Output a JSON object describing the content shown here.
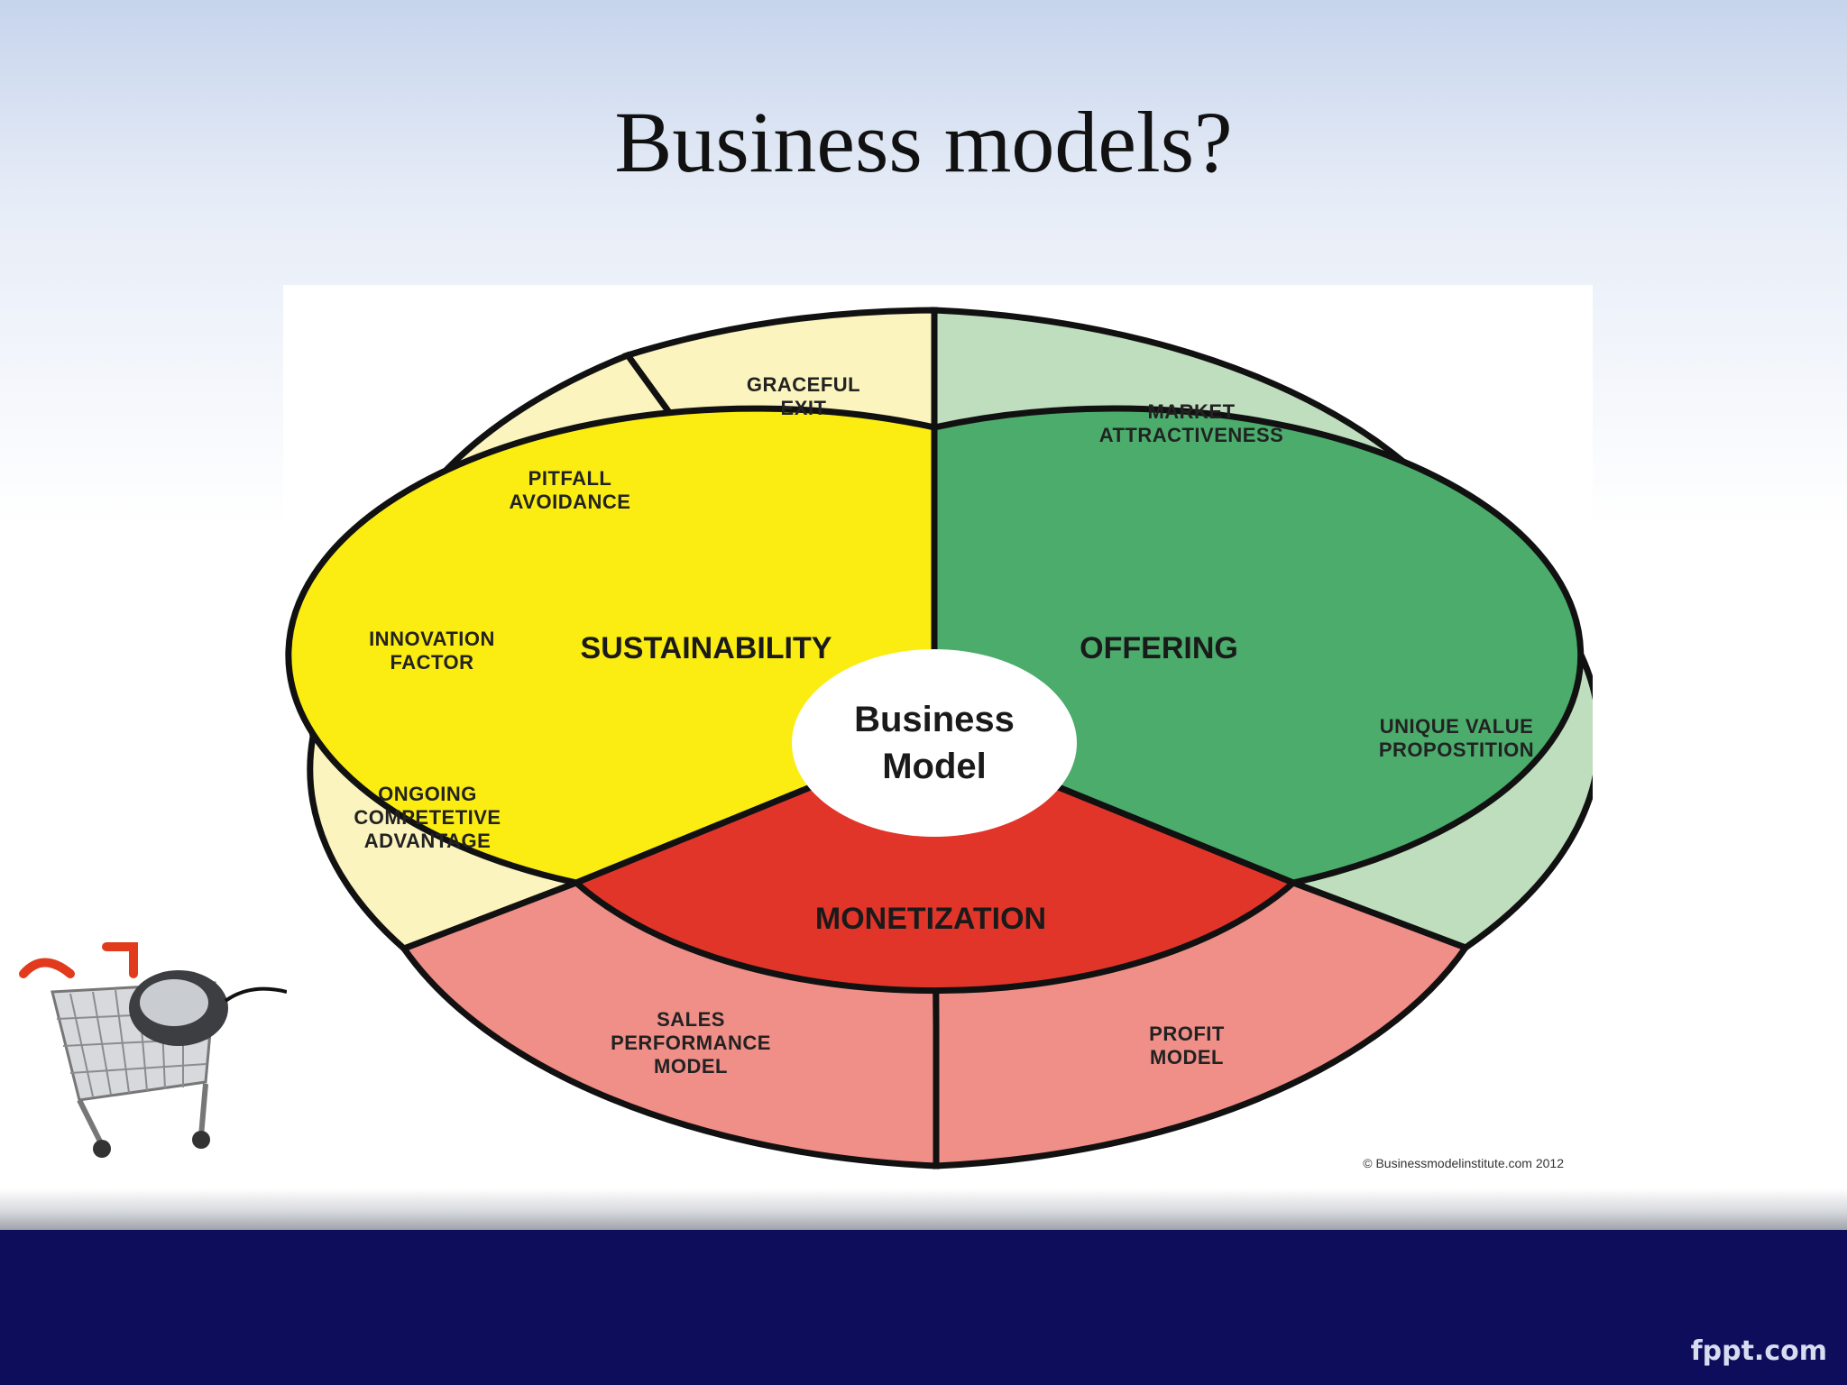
{
  "slide": {
    "title": "Business models?",
    "footer_brand": "fppt.com"
  },
  "diagram": {
    "center": {
      "line1": "Business",
      "line2": "Model"
    },
    "sections": [
      {
        "key": "sustainability",
        "label": "SUSTAINABILITY",
        "color": "#fbec12",
        "outer_color": "#fbf4bf"
      },
      {
        "key": "offering",
        "label": "OFFERING",
        "color": "#4bac6c",
        "outer_color": "#bfdebe"
      },
      {
        "key": "monetization",
        "label": "MONETIZATION",
        "color": "#e2352a",
        "outer_color": "#f08e88"
      }
    ],
    "segments": [
      {
        "section": "sustainability",
        "lines": [
          "GRACEFUL",
          "EXIT"
        ]
      },
      {
        "section": "sustainability",
        "lines": [
          "PITFALL",
          "AVOIDANCE"
        ]
      },
      {
        "section": "sustainability",
        "lines": [
          "INNOVATION",
          "FACTOR"
        ]
      },
      {
        "section": "sustainability",
        "lines": [
          "ONGOING",
          "COMPETETIVE",
          "ADVANTAGE"
        ]
      },
      {
        "section": "offering",
        "lines": [
          "MARKET",
          "ATTRACTIVENESS"
        ]
      },
      {
        "section": "offering",
        "lines": [
          "UNIQUE VALUE",
          "PROPOSTITION"
        ]
      },
      {
        "section": "monetization",
        "lines": [
          "SALES",
          "PERFORMANCE",
          "MODEL"
        ]
      },
      {
        "section": "monetization",
        "lines": [
          "PROFIT",
          "MODEL"
        ]
      }
    ],
    "copyright": "© Businessmodelinstitute.com 2012"
  },
  "icons": [
    "shopping-cart-icon",
    "computer-mouse-icon"
  ]
}
